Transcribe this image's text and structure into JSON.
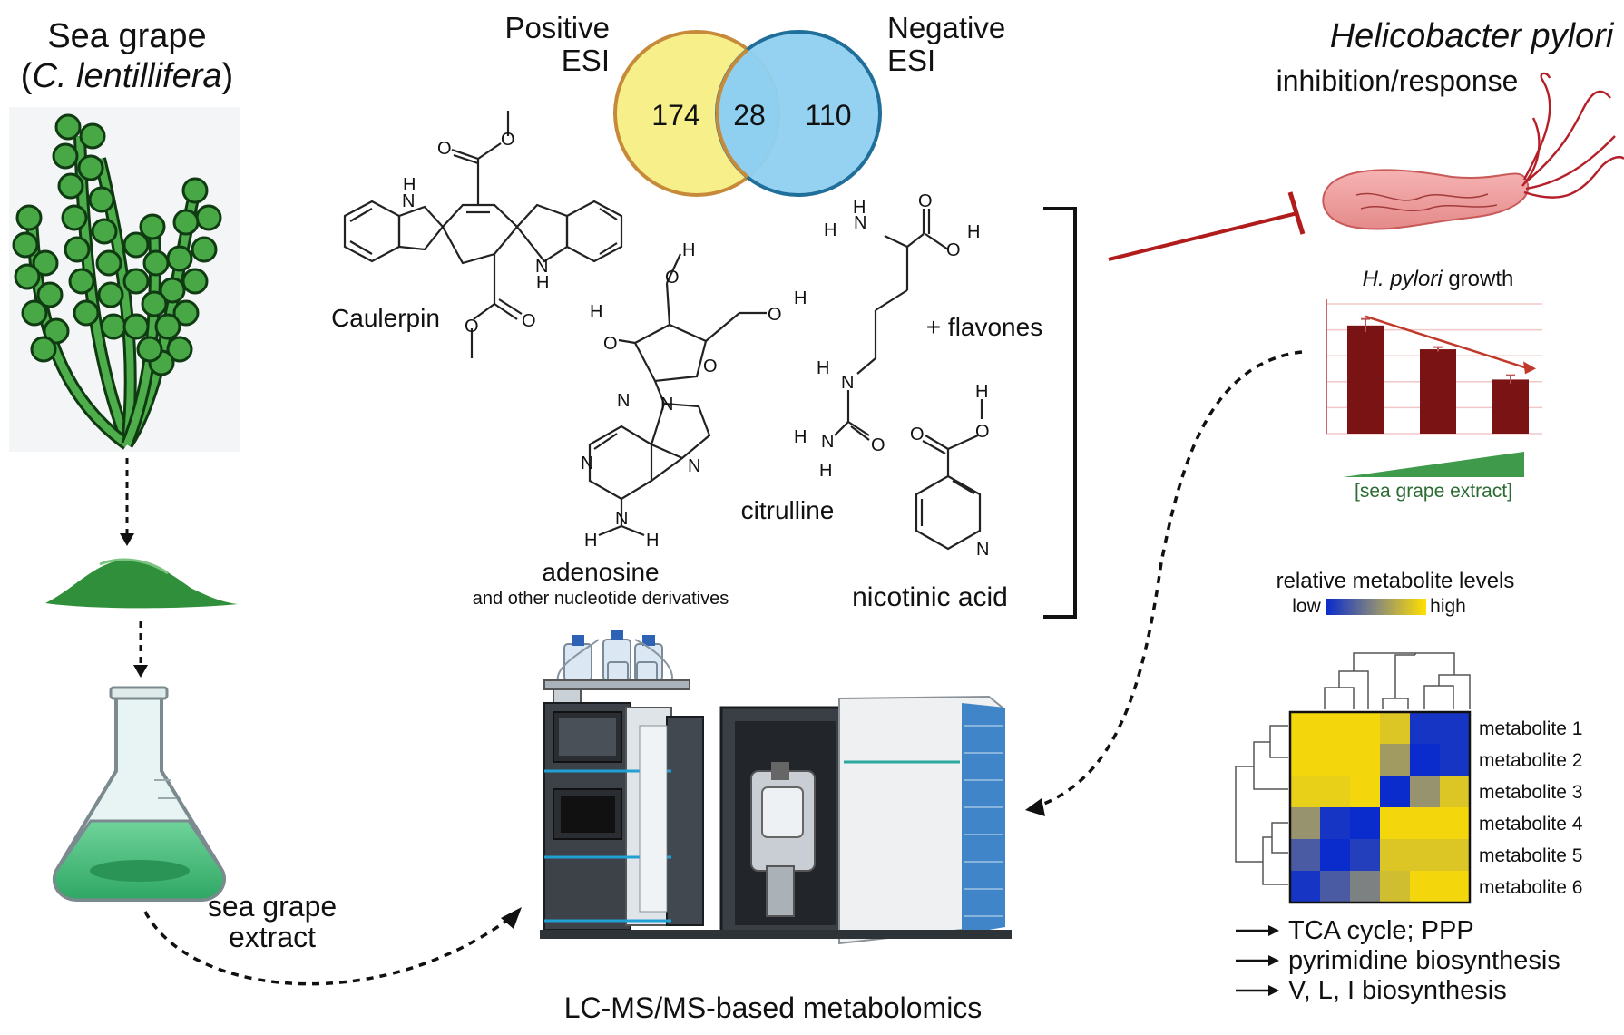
{
  "source": {
    "title": "Sea grape",
    "species_open": "(",
    "species": "C. lentillifera",
    "species_close": ")",
    "extract_line1": "sea grape",
    "extract_line2": "extract"
  },
  "venn": {
    "left_label_1": "Positive",
    "left_label_2": "ESI",
    "right_label_1": "Negative",
    "right_label_2": "ESI",
    "left_only": "174",
    "overlap": "28",
    "right_only": "110",
    "left_color": "#f7f08a",
    "right_color": "#8fd0f0",
    "left_edge": "#c68a3a",
    "right_edge": "#1f6f9a"
  },
  "compounds": {
    "caulerpin": "Caulerpin",
    "adenosine": "adenosine",
    "adenosine_note": "and other nucleotide derivatives",
    "citrulline": "citrulline",
    "nicotinic": "nicotinic acid",
    "flavones": "+ flavones"
  },
  "atoms": {
    "N": "N",
    "NH": "N",
    "H": "H",
    "O": "O",
    "OH": "O"
  },
  "instrument": {
    "label": "LC-MS/MS-based metabolomics"
  },
  "pathogen": {
    "title": "Helicobacter pylori",
    "subtitle": "inhibition/response"
  },
  "growth_chart": {
    "title_italic": "H. pylori",
    "title_rest": " growth",
    "gradient_label": "[sea grape extract]"
  },
  "chart_data": {
    "type": "bar",
    "values": [
      1.0,
      0.78,
      0.5
    ],
    "error": [
      0.06,
      0.02,
      0.04
    ],
    "ylim": [
      0,
      1.2
    ],
    "bar_color": "#7a1414",
    "trend_color": "#c0392b",
    "gradient_color": "#3f9a4c"
  },
  "heatmap": {
    "title": "relative metabolite levels",
    "low": "low",
    "high": "high",
    "rows": [
      "metabolite 1",
      "metabolite 2",
      "metabolite 3",
      "metabolite 4",
      "metabolite 5",
      "metabolite 6"
    ],
    "values": [
      [
        0.95,
        0.95,
        0.95,
        0.85,
        0.05,
        0.05
      ],
      [
        0.95,
        0.95,
        0.95,
        0.6,
        0.0,
        0.05
      ],
      [
        0.9,
        0.9,
        0.95,
        0.0,
        0.55,
        0.85
      ],
      [
        0.55,
        0.05,
        0.0,
        0.95,
        0.95,
        0.95
      ],
      [
        0.25,
        0.0,
        0.1,
        0.85,
        0.85,
        0.85
      ],
      [
        0.05,
        0.25,
        0.45,
        0.8,
        0.95,
        0.95
      ]
    ]
  },
  "pathways": [
    "TCA cycle; PPP",
    "pyrimidine biosynthesis",
    "V, L, I biosynthesis"
  ]
}
